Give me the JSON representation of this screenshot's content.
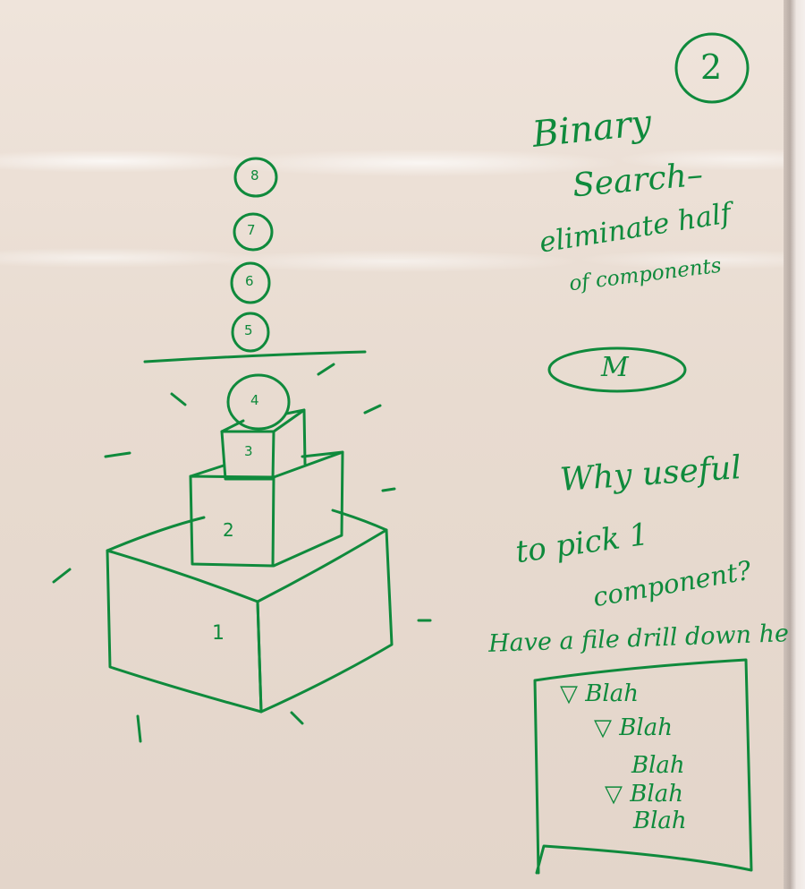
{
  "photo": {
    "subject": "whiteboard",
    "ink_color": "#0f8a3c",
    "board_color": "#e9dcd2"
  },
  "stack_drawing": {
    "box_labels": [
      "1",
      "2",
      "3"
    ],
    "circle_labels": [
      "4",
      "5",
      "6",
      "7",
      "8"
    ]
  },
  "notes": {
    "page_number": "2",
    "heading_line1": "Binary",
    "heading_line2": "Search–",
    "line3": "eliminate half",
    "line4": "of components",
    "oval_label": "M",
    "question_line1": "Why useful",
    "question_line2": "to pick 1",
    "question_line3": "component?",
    "drilldown_caption": "Have a file drill down he",
    "tree_items": [
      {
        "marker": "▽",
        "label": "Blah"
      },
      {
        "marker": "▽",
        "label": "Blah"
      },
      {
        "marker": "",
        "label": "Blah"
      },
      {
        "marker": "▽",
        "label": "Blah"
      },
      {
        "marker": "",
        "label": "Blah"
      }
    ]
  }
}
